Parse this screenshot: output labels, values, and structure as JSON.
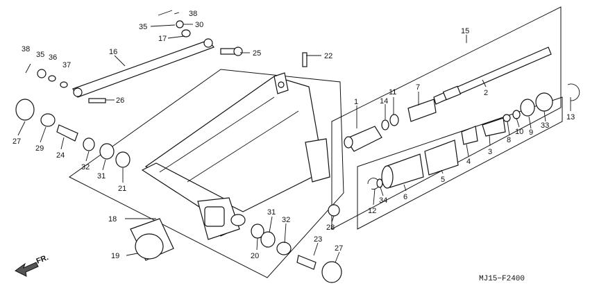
{
  "diagram": {
    "code": "MJ15−F2400",
    "direction_label": "FR.",
    "callouts": [
      {
        "id": "c38a",
        "text": "38"
      },
      {
        "id": "c35a",
        "text": "35"
      },
      {
        "id": "c30",
        "text": "30"
      },
      {
        "id": "c17",
        "text": "17"
      },
      {
        "id": "c25",
        "text": "25"
      },
      {
        "id": "c22",
        "text": "22"
      },
      {
        "id": "c38b",
        "text": "38"
      },
      {
        "id": "c35b",
        "text": "35"
      },
      {
        "id": "c36",
        "text": "36"
      },
      {
        "id": "c37",
        "text": "37"
      },
      {
        "id": "c16",
        "text": "16"
      },
      {
        "id": "c26",
        "text": "26"
      },
      {
        "id": "c27a",
        "text": "27"
      },
      {
        "id": "c29",
        "text": "29"
      },
      {
        "id": "c24",
        "text": "24"
      },
      {
        "id": "c32a",
        "text": "32"
      },
      {
        "id": "c31a",
        "text": "31"
      },
      {
        "id": "c21",
        "text": "21"
      },
      {
        "id": "c18",
        "text": "18"
      },
      {
        "id": "c19",
        "text": "19"
      },
      {
        "id": "c31b",
        "text": "31"
      },
      {
        "id": "c32b",
        "text": "32"
      },
      {
        "id": "c20",
        "text": "20"
      },
      {
        "id": "c28",
        "text": "28"
      },
      {
        "id": "c23",
        "text": "23"
      },
      {
        "id": "c27b",
        "text": "27"
      },
      {
        "id": "c15",
        "text": "15"
      },
      {
        "id": "c2",
        "text": "2"
      },
      {
        "id": "c1",
        "text": "1"
      },
      {
        "id": "c14",
        "text": "14"
      },
      {
        "id": "c11",
        "text": "11"
      },
      {
        "id": "c7",
        "text": "7"
      },
      {
        "id": "c13",
        "text": "13"
      },
      {
        "id": "c3",
        "text": "3"
      },
      {
        "id": "c8",
        "text": "8"
      },
      {
        "id": "c10",
        "text": "10"
      },
      {
        "id": "c9",
        "text": "9"
      },
      {
        "id": "c33",
        "text": "33"
      },
      {
        "id": "c4",
        "text": "4"
      },
      {
        "id": "c5",
        "text": "5"
      },
      {
        "id": "c6",
        "text": "6"
      },
      {
        "id": "c12",
        "text": "12"
      },
      {
        "id": "c34",
        "text": "34"
      }
    ]
  }
}
